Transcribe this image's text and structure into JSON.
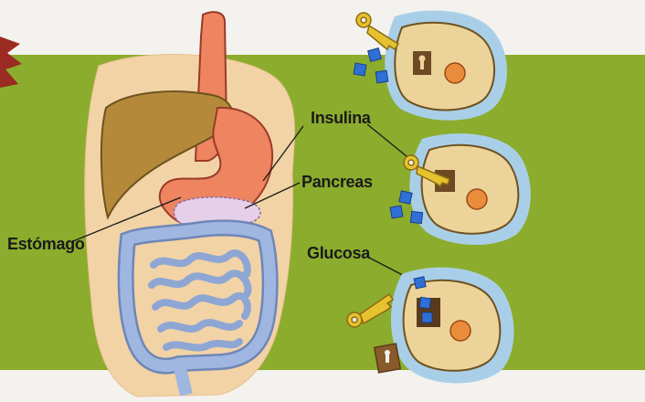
{
  "labels": {
    "insulina": "Insulina",
    "pancreas": "Pancreas",
    "estomago": "Estómago",
    "glucosa": "Glucosa"
  },
  "colors": {
    "background_band": "#8cac2d",
    "paper": "#f4f2ee",
    "body_skin": "#f2d3a6",
    "liver": "#b48a3a",
    "stomach": "#ee8460",
    "pancreas": "#e6cfe8",
    "intestine": "#9fb6e0",
    "cell": "#ecd39a",
    "cell_halo": "#a9cfe8",
    "nucleus": "#e98c3c",
    "glucose": "#2f6fd6",
    "key": "#e7c22f"
  }
}
